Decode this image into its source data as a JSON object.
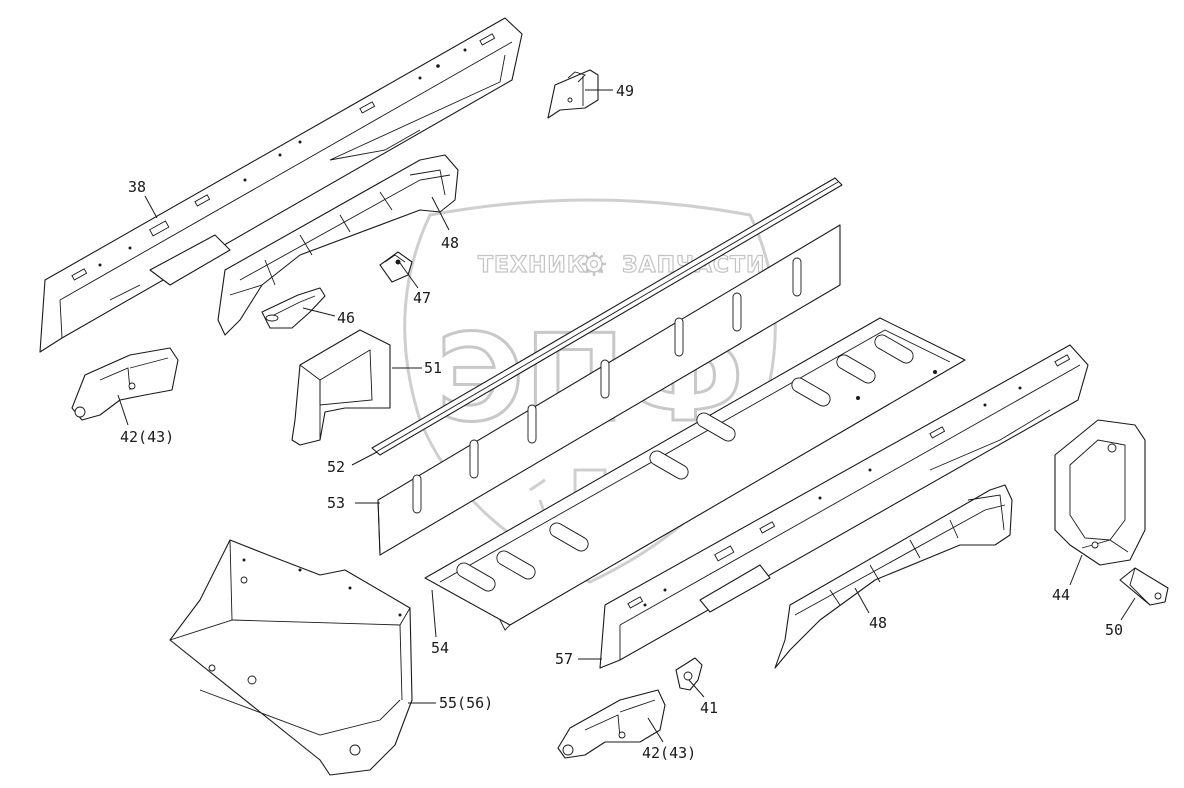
{
  "watermark": {
    "left_text": "ТЕХНИКА",
    "right_text": "ЗАПЧАСТИ",
    "emblem": "ЭПФ",
    "gear": "gear-icon",
    "color": "#c8c8c8"
  },
  "callouts": {
    "c38": "38",
    "c49": "49",
    "c48a": "48",
    "c47": "47",
    "c46": "46",
    "c51": "51",
    "c42a": "42(43)",
    "c52": "52",
    "c53": "53",
    "c54": "54",
    "c44": "44",
    "c50": "50",
    "c48b": "48",
    "c57": "57",
    "c41": "41",
    "c55": "55(56)",
    "c42b": "42(43)"
  }
}
